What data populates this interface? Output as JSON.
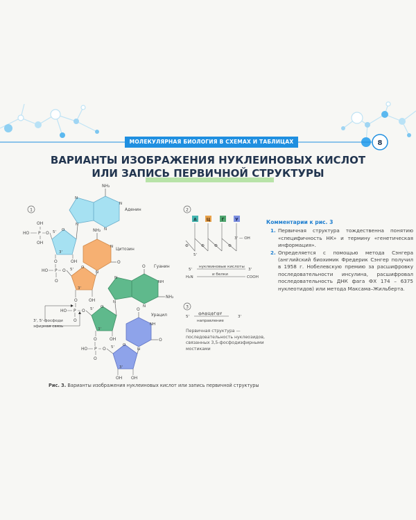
{
  "header": {
    "section": "МОЛЕКУЛЯРНАЯ БИОЛОГИЯ В СХЕМАХ И ТАБЛИЦАХ",
    "page_number": "8"
  },
  "title": {
    "line1": "ВАРИАНТЫ ИЗОБРАЖЕНИЯ НУКЛЕИНОВЫХ КИСЛОТ",
    "line2": "ИЛИ ЗАПИСЬ ПЕРВИЧНОЙ СТРУКТУРЫ"
  },
  "colors": {
    "accent": "#1f8fe0",
    "adenine": "#a6e1f2",
    "cytosine": "#f6b072",
    "guanine": "#5fb98c",
    "uracil": "#8ea3ea",
    "highlight": "#b8e3a8"
  },
  "figure1": {
    "number": "1",
    "bases": {
      "adenine": "Аденин",
      "cytosine": "Цитозин",
      "guanine": "Гуанин",
      "uracil": "Урацил"
    },
    "atoms": {
      "nh2": "NH₂",
      "n": "N",
      "nh": "NH",
      "o": "O",
      "oh": "OH",
      "ho": "HO",
      "p": "P",
      "five": "5'",
      "three": "3'"
    },
    "bond_label_1": "3', 5'-фосфоди",
    "bond_label_2": "эфирная связь"
  },
  "figure2": {
    "number": "2",
    "letters": [
      "А",
      "Ц",
      "Г",
      "У"
    ],
    "phi": "Ф",
    "oh_end": "3' — OH",
    "five_end": "5'",
    "na_label": "нуклеиновые кислоты",
    "protein_label": "и белки",
    "five": "5'",
    "three": "3'",
    "h2n": "H₂N",
    "cooh": "COOH"
  },
  "figure3": {
    "number": "3",
    "sequence": "фАфЦфГфУ",
    "direction": "направление",
    "five": "5'",
    "three": "3'",
    "note": "Первичная структура — последовательность нуклеозидов, связанных 3,5-фосфодиэфирными мостиками"
  },
  "comments": {
    "heading": "Комментарии к рис. 3",
    "items": [
      {
        "n": "1.",
        "text": "Первичная структура тождественна понятию «специфичность НК» и термину «генетическая информация»."
      },
      {
        "n": "2.",
        "text": "Определяется с помощью метода Сэнгера (английский биохимик Фредерик Сэнгер получил в 1958 г. Нобелевскую премию за расшифровку последовательности инсулина, расшифровал последовательность ДНК фага ФХ 174 – 6375 нуклеотидов) или метода Максама–Жильберта."
      }
    ]
  },
  "caption": {
    "label": "Рис. 3.",
    "text": "Варианты изображения нуклеиновых кислот или запись первичной структуры"
  }
}
